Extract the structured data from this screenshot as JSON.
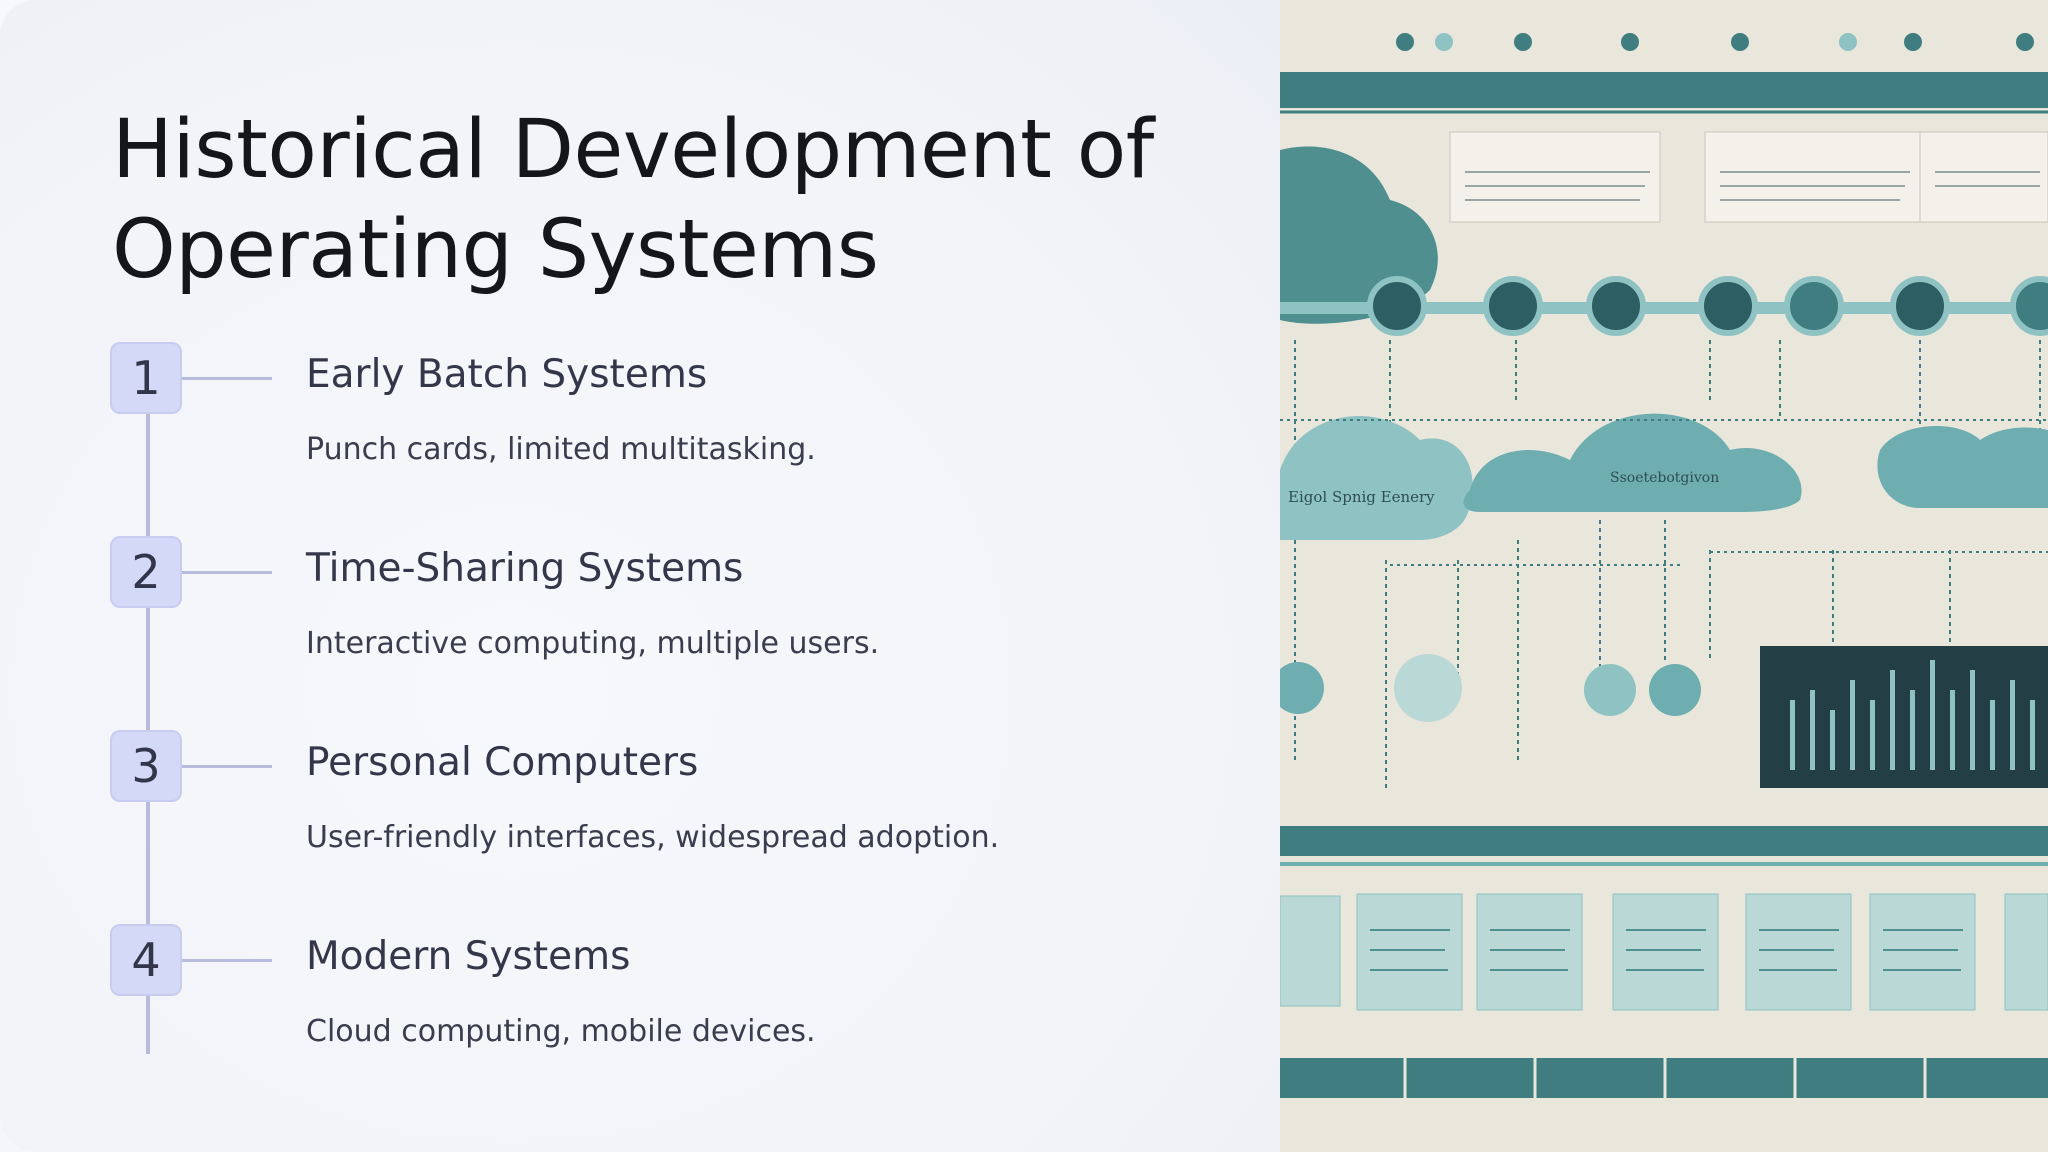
{
  "slide": {
    "title_line1": "Historical Development of",
    "title_line2": "Operating Systems",
    "steps": [
      {
        "number": "1",
        "title": "Early Batch Systems",
        "description": "Punch cards, limited multitasking."
      },
      {
        "number": "2",
        "title": "Time-Sharing Systems",
        "description": "Interactive computing, multiple users."
      },
      {
        "number": "3",
        "title": "Personal Computers",
        "description": "User-friendly interfaces, widespread adoption."
      },
      {
        "number": "4",
        "title": "Modern Systems",
        "description": "Cloud computing, mobile devices."
      }
    ]
  },
  "illustration": {
    "label_left_cloud": "Eigol Spnig Eenery",
    "label_center_cloud": "Ssoetebotgivon"
  },
  "colors": {
    "teal": "#3f7d80",
    "teal_light": "#8fc3c3",
    "paper": "#e9e6dc",
    "badge_fill": "#d4d9f7",
    "line": "#b8bcdc"
  }
}
